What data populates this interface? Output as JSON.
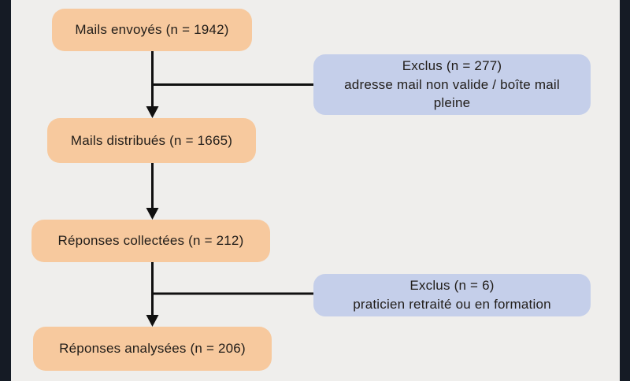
{
  "diagram": {
    "type": "flowchart",
    "language": "fr",
    "flow_boxes": [
      {
        "label": "Mails envoyés (n = 1942)",
        "n": 1942
      },
      {
        "label": "Mails distribués (n = 1665)",
        "n": 1665
      },
      {
        "label": "Réponses collectées (n = 212)",
        "n": 212
      },
      {
        "label": "Réponses analysées (n = 206)",
        "n": 206
      }
    ],
    "exclusion_boxes": [
      {
        "title": "Exclus (n = 277)",
        "description": "adresse mail non valide / boîte mail pleine",
        "n": 277
      },
      {
        "title": "Exclus (n = 6)",
        "description": "praticien retraité ou en formation",
        "n": 6
      }
    ]
  },
  "colors": {
    "bg": "#efeeec",
    "strip": "#151b25",
    "peach": "#f7c99e",
    "blue": "#c5cfea",
    "ink": "#211d19",
    "line": "#101010"
  }
}
